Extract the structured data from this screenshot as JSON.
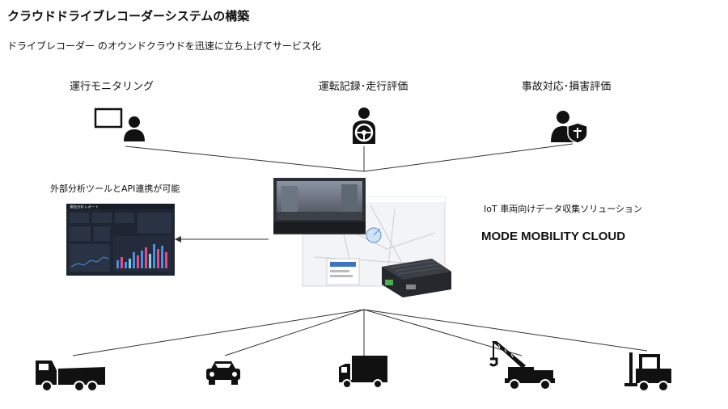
{
  "header": {
    "title": "クラウドドライブレコーダーシステムの構築",
    "subtitle": "ドライブレコーダー のオウンドクラウドを迅速に立ち上げてサービス化"
  },
  "use_cases": [
    {
      "label": "運行モニタリング",
      "icon": "monitor-person-icon"
    },
    {
      "label": "運転記録･走行評価",
      "icon": "driver-steering-icon"
    },
    {
      "label": "事故対応･損害評価",
      "icon": "person-shield-icon"
    }
  ],
  "analytics": {
    "label": "外部分析ツールとAPI連携が可能",
    "dashboard_title": "運転分析レポート"
  },
  "product": {
    "tagline": "IoT 車両向けデータ収集ソリューション",
    "name": "MODE MOBILITY CLOUD"
  },
  "vehicles": [
    {
      "icon": "dump-truck-icon"
    },
    {
      "icon": "car-icon"
    },
    {
      "icon": "box-truck-icon"
    },
    {
      "icon": "crane-truck-icon"
    },
    {
      "icon": "forklift-icon"
    }
  ]
}
